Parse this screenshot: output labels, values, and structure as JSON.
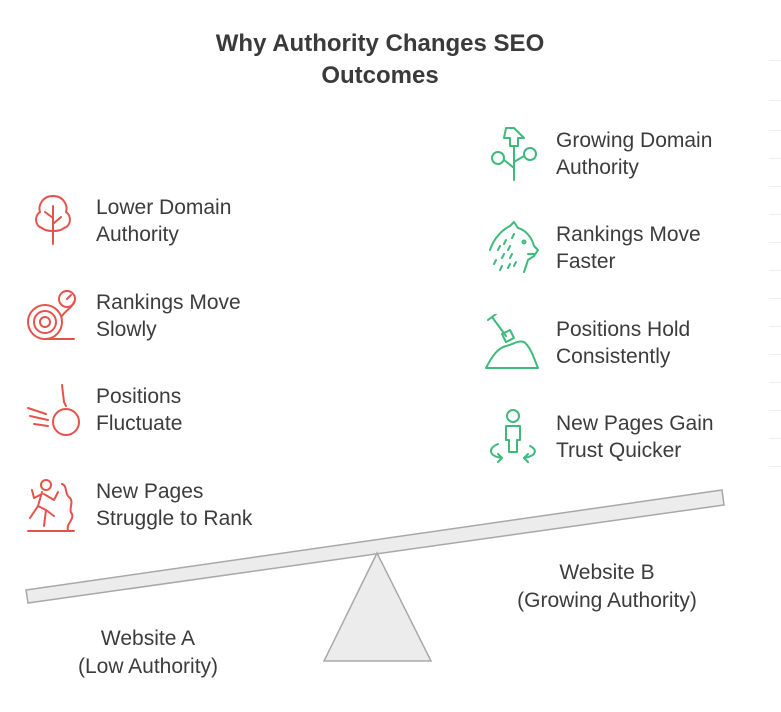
{
  "title": {
    "line1": "Why Authority Changes SEO",
    "line2": "Outcomes"
  },
  "left": {
    "items": [
      {
        "icon": "tree-icon",
        "line1": "Lower Domain",
        "line2": "Authority"
      },
      {
        "icon": "snail-icon",
        "line1": "Rankings Move",
        "line2": "Slowly"
      },
      {
        "icon": "wrecking-ball-icon",
        "line1": "Positions",
        "line2": "Fluctuate"
      },
      {
        "icon": "climber-icon",
        "line1": "New Pages",
        "line2": "Struggle to Rank"
      }
    ],
    "site": {
      "line1": "Website A",
      "line2": "(Low Authority)"
    },
    "color": "#e5534b"
  },
  "right": {
    "items": [
      {
        "icon": "growing-plant-icon",
        "line1": "Growing Domain",
        "line2": "Authority"
      },
      {
        "icon": "cheetah-icon",
        "line1": "Rankings Move",
        "line2": "Faster"
      },
      {
        "icon": "shovel-mound-icon",
        "line1": "Positions Hold",
        "line2": "Consistently"
      },
      {
        "icon": "person-rotate-icon",
        "line1": "New Pages Gain",
        "line2": "Trust Quicker"
      }
    ],
    "site": {
      "line1": "Website B",
      "line2": "(Growing Authority)"
    },
    "color": "#3dbb7a"
  }
}
